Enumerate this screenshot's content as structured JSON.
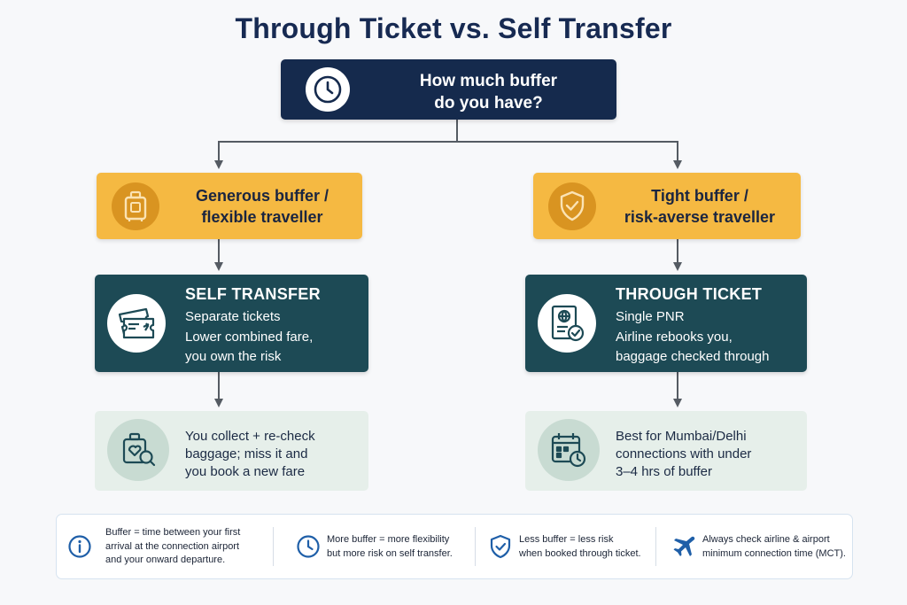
{
  "title": "Through Ticket vs. Self Transfer",
  "question": {
    "line1": "How much buffer",
    "line2": "do you have?",
    "icon": "clock-icon"
  },
  "left_branch": {
    "condition": {
      "line1": "Generous buffer /",
      "line2": "flexible traveller",
      "icon": "luggage-icon"
    },
    "option": {
      "heading": "SELF TRANSFER",
      "lines": [
        "Separate tickets",
        "Lower combined fare,",
        "you own the risk"
      ],
      "icon": "tickets-icon"
    },
    "note": {
      "lines": [
        "You collect + re-check",
        "baggage; miss it and",
        "you book a new fare"
      ],
      "icon": "luggage-search-icon"
    }
  },
  "right_branch": {
    "condition": {
      "line1": "Tight buffer /",
      "line2": "risk-averse traveller",
      "icon": "shield-check-icon"
    },
    "option": {
      "heading": "THROUGH TICKET",
      "lines": [
        "Single PNR",
        "Airline rebooks you,",
        "baggage checked through"
      ],
      "icon": "passport-check-icon"
    },
    "note": {
      "lines": [
        "Best for Mumbai/Delhi",
        "connections with under",
        "3–4 hrs of buffer"
      ],
      "icon": "calendar-clock-icon"
    }
  },
  "footer": [
    {
      "icon": "info-icon",
      "lines": [
        "Buffer = time between your first",
        "arrival at the connection airport",
        "and your onward departure."
      ]
    },
    {
      "icon": "clock-icon",
      "lines": [
        "More buffer = more flexibility",
        "but more risk on self transfer."
      ]
    },
    {
      "icon": "shield-check-icon",
      "lines": [
        "Less buffer = less risk",
        "when booked through ticket."
      ]
    },
    {
      "icon": "airplane-icon",
      "lines": [
        "Always check airline & airport",
        "minimum connection time (MCT)."
      ]
    }
  ],
  "colors": {
    "navy": "#152a4d",
    "amber": "#f5b942",
    "teal": "#1d4a55",
    "mint": "#e6efea",
    "footer_blue": "#1f5fa8"
  }
}
